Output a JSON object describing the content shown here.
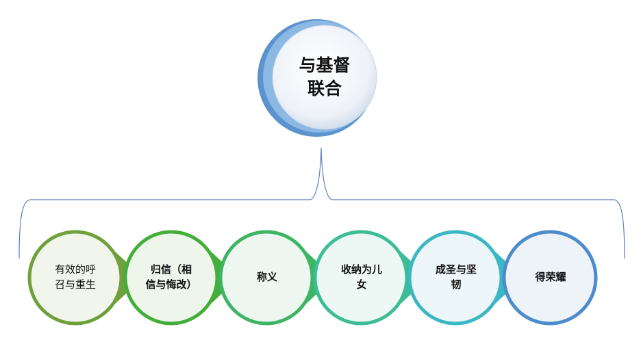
{
  "center": {
    "line1": "与基督",
    "line2": "联合"
  },
  "steps": [
    {
      "line1": "有效的呼",
      "line2": "召与重生",
      "color": "#6fa03c"
    },
    {
      "line1": "归信（相",
      "line2": "信与悔改）",
      "color": "#44ae3a"
    },
    {
      "line1": "称义",
      "line2": "",
      "color": "#3db565"
    },
    {
      "line1": "收纳为儿",
      "line2": "女",
      "color": "#3dbd95"
    },
    {
      "line1": "成圣与坚",
      "line2": "韧",
      "color": "#3cb8c4"
    },
    {
      "line1": "得荣耀",
      "line2": "",
      "color": "#4c8bcc"
    }
  ],
  "colors": {
    "bracket": "#5a7fc4",
    "center_ring": "#5b93cf"
  }
}
